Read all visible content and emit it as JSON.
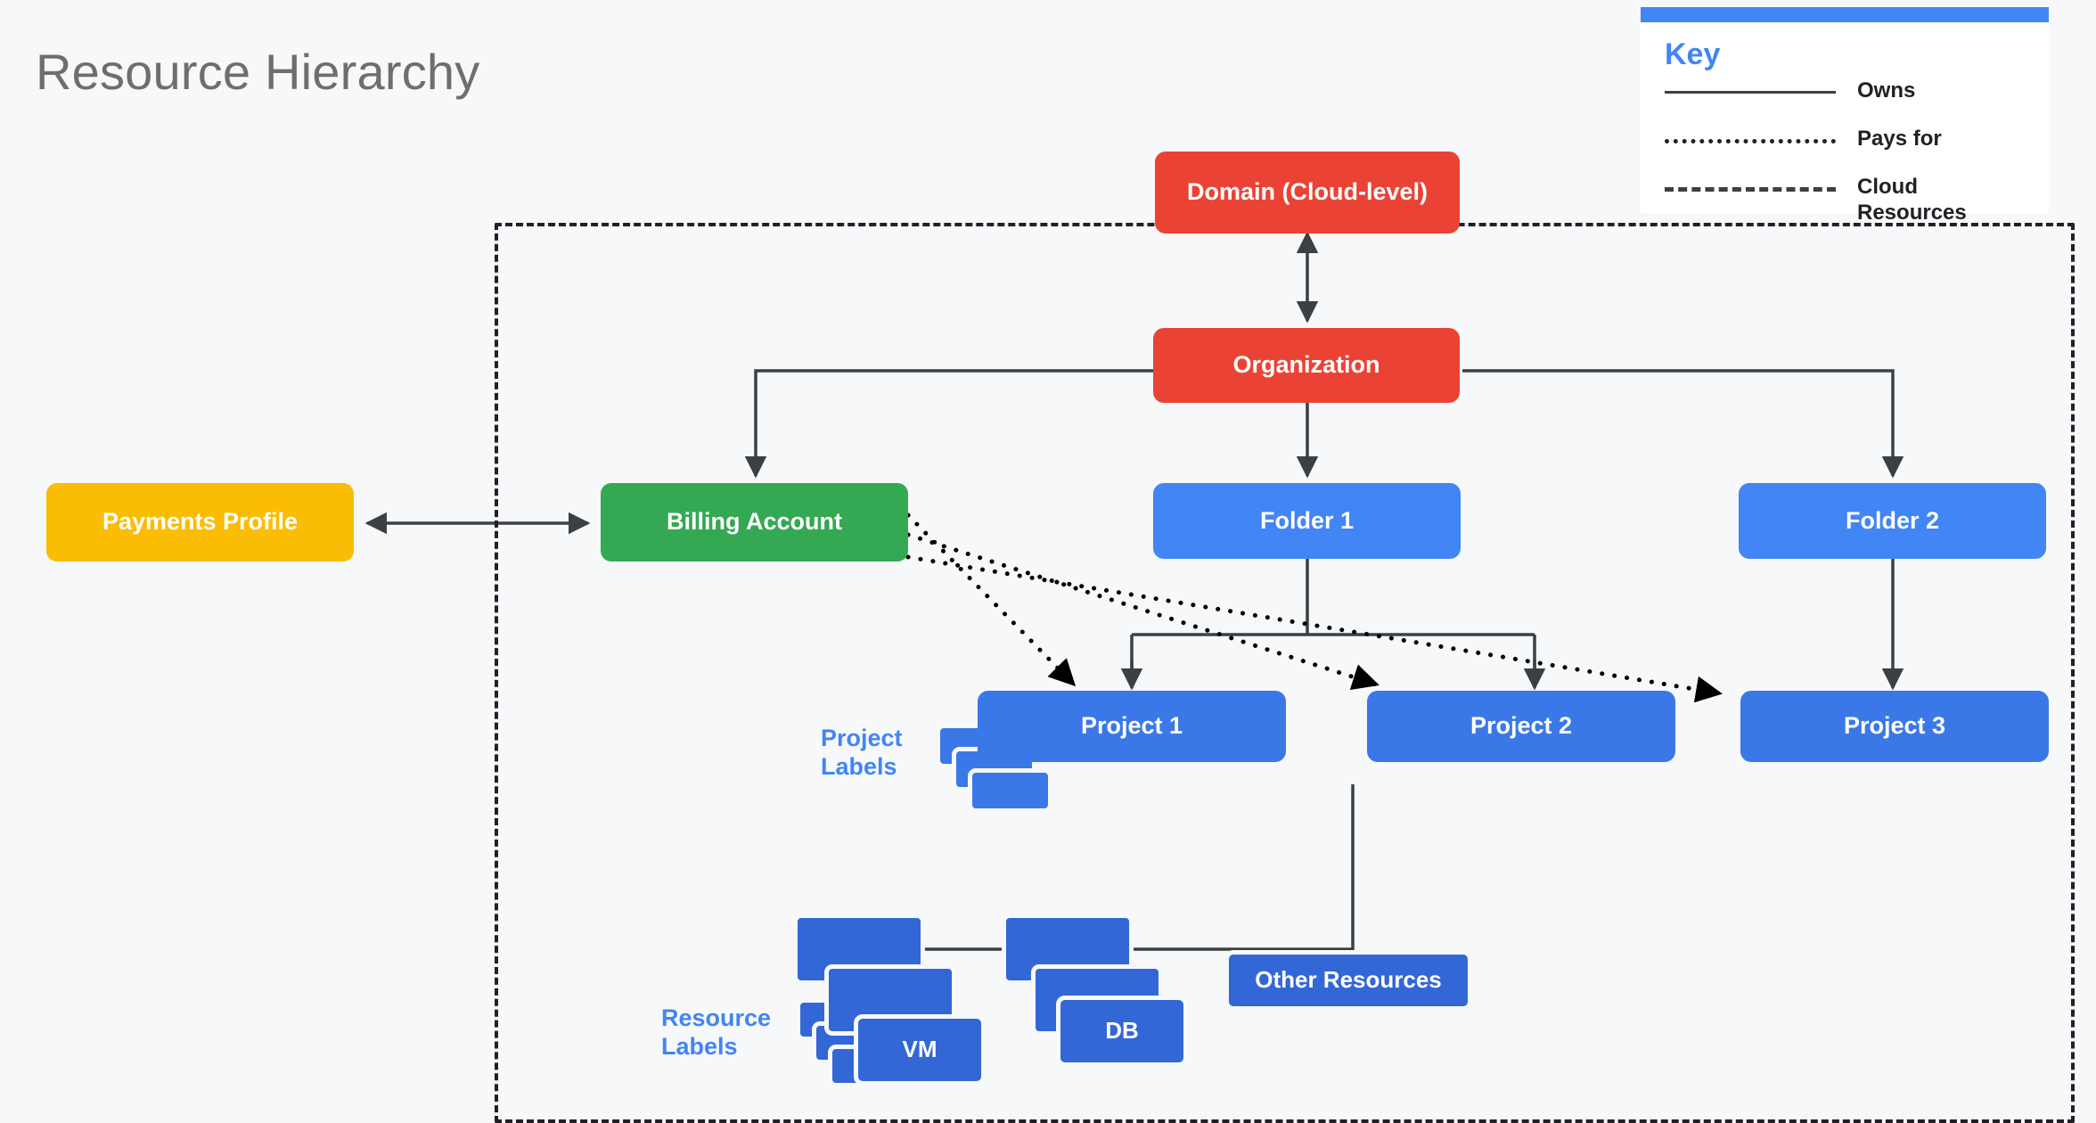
{
  "page": {
    "title": "Resource Hierarchy",
    "background_color": "#f6f8fa"
  },
  "key": {
    "title": "Key",
    "accent_color": "#4285f4",
    "rows": [
      {
        "style": "solid",
        "label": "Owns"
      },
      {
        "style": "dotted",
        "label": "Pays for"
      },
      {
        "style": "dashed",
        "label": "Cloud\nResources"
      }
    ]
  },
  "boundary": {
    "name": "cloud-resources-boundary",
    "style": "dashed"
  },
  "nodes": {
    "domain": {
      "label": "Domain (Cloud-level)",
      "color": "#ea4335"
    },
    "organization": {
      "label": "Organization",
      "color": "#ea4335"
    },
    "payments": {
      "label": "Payments Profile",
      "color": "#fbbc04"
    },
    "billing": {
      "label": "Billing Account",
      "color": "#34a853"
    },
    "folder1": {
      "label": "Folder 1",
      "color": "#4285f4"
    },
    "folder2": {
      "label": "Folder 2",
      "color": "#4285f4"
    },
    "project1": {
      "label": "Project 1",
      "color": "#3b78e7"
    },
    "project2": {
      "label": "Project 2",
      "color": "#3b78e7"
    },
    "project3": {
      "label": "Project 3",
      "color": "#3b78e7"
    },
    "vm": {
      "label": "VM",
      "color": "#3367d6"
    },
    "db": {
      "label": "DB",
      "color": "#3367d6"
    },
    "other": {
      "label": "Other Resources",
      "color": "#3367d6"
    }
  },
  "labels": {
    "project_labels": "Project\nLabels",
    "resource_labels": "Resource\nLabels",
    "color": "#4285f4"
  },
  "edges": {
    "owns": [
      {
        "from": "domain",
        "to": "organization",
        "bidirectional": true
      },
      {
        "from": "organization",
        "to": "billing"
      },
      {
        "from": "organization",
        "to": "folder1"
      },
      {
        "from": "organization",
        "to": "folder2"
      },
      {
        "from": "payments",
        "to": "billing",
        "bidirectional": true
      },
      {
        "from": "folder1",
        "to": "project1"
      },
      {
        "from": "folder1",
        "to": "project2"
      },
      {
        "from": "folder2",
        "to": "project3"
      },
      {
        "from": "project1",
        "to": "vm"
      },
      {
        "from": "project1",
        "to": "db"
      },
      {
        "from": "project1",
        "to": "other"
      }
    ],
    "pays_for": [
      {
        "from": "billing",
        "to": "project1"
      },
      {
        "from": "billing",
        "to": "project2"
      },
      {
        "from": "billing",
        "to": "project3"
      }
    ]
  }
}
